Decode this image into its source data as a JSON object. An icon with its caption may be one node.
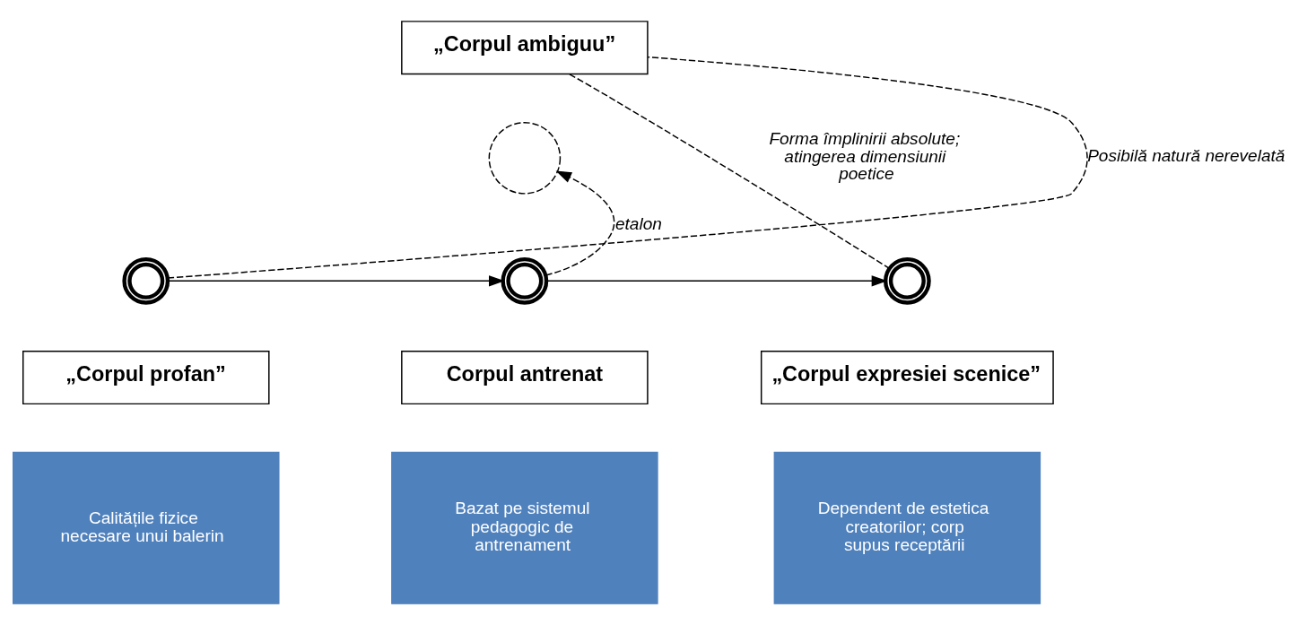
{
  "diagram": {
    "nodes": [
      {
        "text": [
          "„Corpul ambiguu”"
        ]
      },
      {
        "text": [],
        "shape": "circle"
      },
      {
        "text": [],
        "shape": "circle"
      },
      {
        "text": [],
        "shape": "circle"
      },
      {
        "text": [],
        "shape": "circle"
      },
      {
        "text": [
          "„Corpul profan”"
        ]
      },
      {
        "text": [
          "Calitățile fizice necesare unui balerin"
        ]
      },
      {
        "text": [
          "Corpul antrenat"
        ]
      },
      {
        "text": [
          "Bazat pe sistemul pedagogic de antrenament"
        ]
      },
      {
        "text": [
          "„Corpul expresiei scenice”"
        ]
      },
      {
        "text": [
          "Dependent de estetica creatorilor; corp supus receptării"
        ]
      }
    ],
    "edges": [
      {
        "from": 2,
        "to": 0,
        "arrow": "none",
        "style": "dashed",
        "label": "Posibilă natură nerevelată"
      },
      {
        "from": 0,
        "to": 4,
        "arrow": "none",
        "style": "dashed",
        "label": "Forma împlinirii absolute; atingerea dimensiunii poetice"
      },
      {
        "from": 3,
        "to": 1,
        "arrow": "to",
        "style": "dashed",
        "label": "etalon"
      },
      {
        "from": 2,
        "to": 3,
        "arrow": "to"
      },
      {
        "from": 3,
        "to": 4,
        "arrow": "to"
      }
    ]
  }
}
